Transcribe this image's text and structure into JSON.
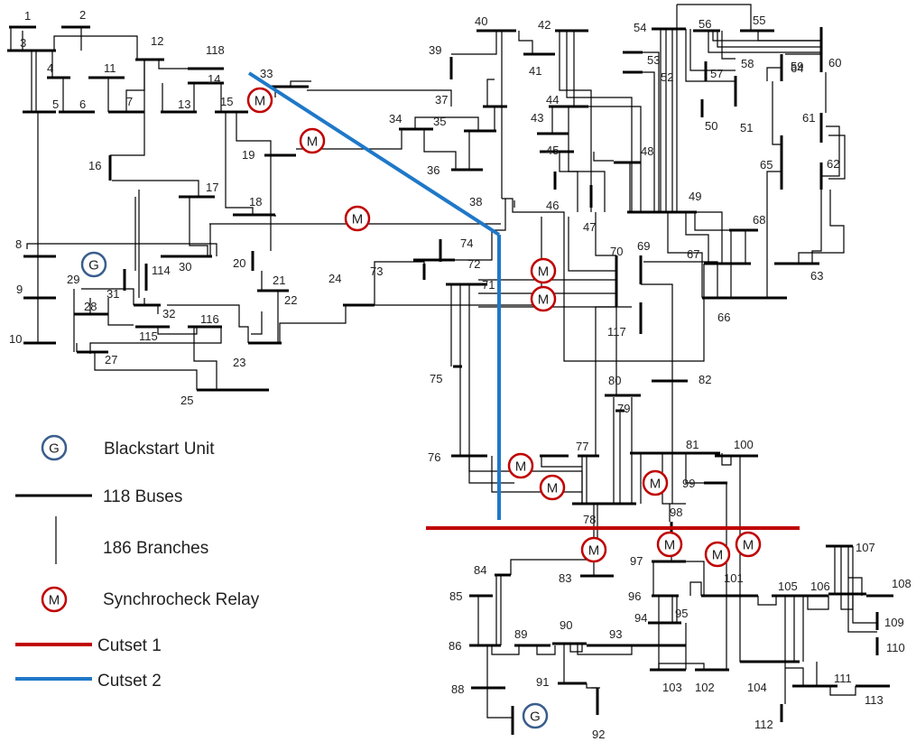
{
  "legend": {
    "blackstart": {
      "symbol": "G",
      "label": "Blackstart Unit"
    },
    "buses": {
      "label": "118 Buses"
    },
    "branches": {
      "label": "186 Branches"
    },
    "relay": {
      "symbol": "M",
      "label": "Synchrocheck Relay"
    },
    "cutset1": {
      "label": "Cutset 1",
      "color": "#c00000"
    },
    "cutset2": {
      "label": "Cutset 2",
      "color": "#1f78c8"
    }
  },
  "colors": {
    "line": "#000000",
    "relay_stroke": "#c00000",
    "generator_stroke": "#3a5e8c"
  },
  "symbols": {
    "generator": "G",
    "relay": "M"
  },
  "bus_labels": [
    "1",
    "2",
    "3",
    "4",
    "5",
    "6",
    "7",
    "8",
    "9",
    "10",
    "11",
    "12",
    "13",
    "14",
    "15",
    "16",
    "17",
    "18",
    "19",
    "20",
    "21",
    "22",
    "23",
    "24",
    "25",
    "27",
    "28",
    "29",
    "30",
    "31",
    "32",
    "33",
    "34",
    "35",
    "36",
    "37",
    "38",
    "39",
    "40",
    "41",
    "42",
    "43",
    "44",
    "45",
    "46",
    "47",
    "48",
    "49",
    "50",
    "51",
    "52",
    "53",
    "54",
    "55",
    "56",
    "57",
    "58",
    "59",
    "60",
    "61",
    "62",
    "63",
    "64",
    "65",
    "66",
    "67",
    "68",
    "69",
    "70",
    "71",
    "72",
    "73",
    "74",
    "75",
    "76",
    "77",
    "78",
    "79",
    "80",
    "81",
    "82",
    "83",
    "84",
    "85",
    "86",
    "88",
    "89",
    "90",
    "91",
    "92",
    "93",
    "94",
    "95",
    "96",
    "97",
    "98",
    "99",
    "100",
    "101",
    "102",
    "103",
    "104",
    "105",
    "106",
    "107",
    "108",
    "109",
    "110",
    "111",
    "112",
    "113",
    "114",
    "115",
    "116",
    "117",
    "118"
  ]
}
